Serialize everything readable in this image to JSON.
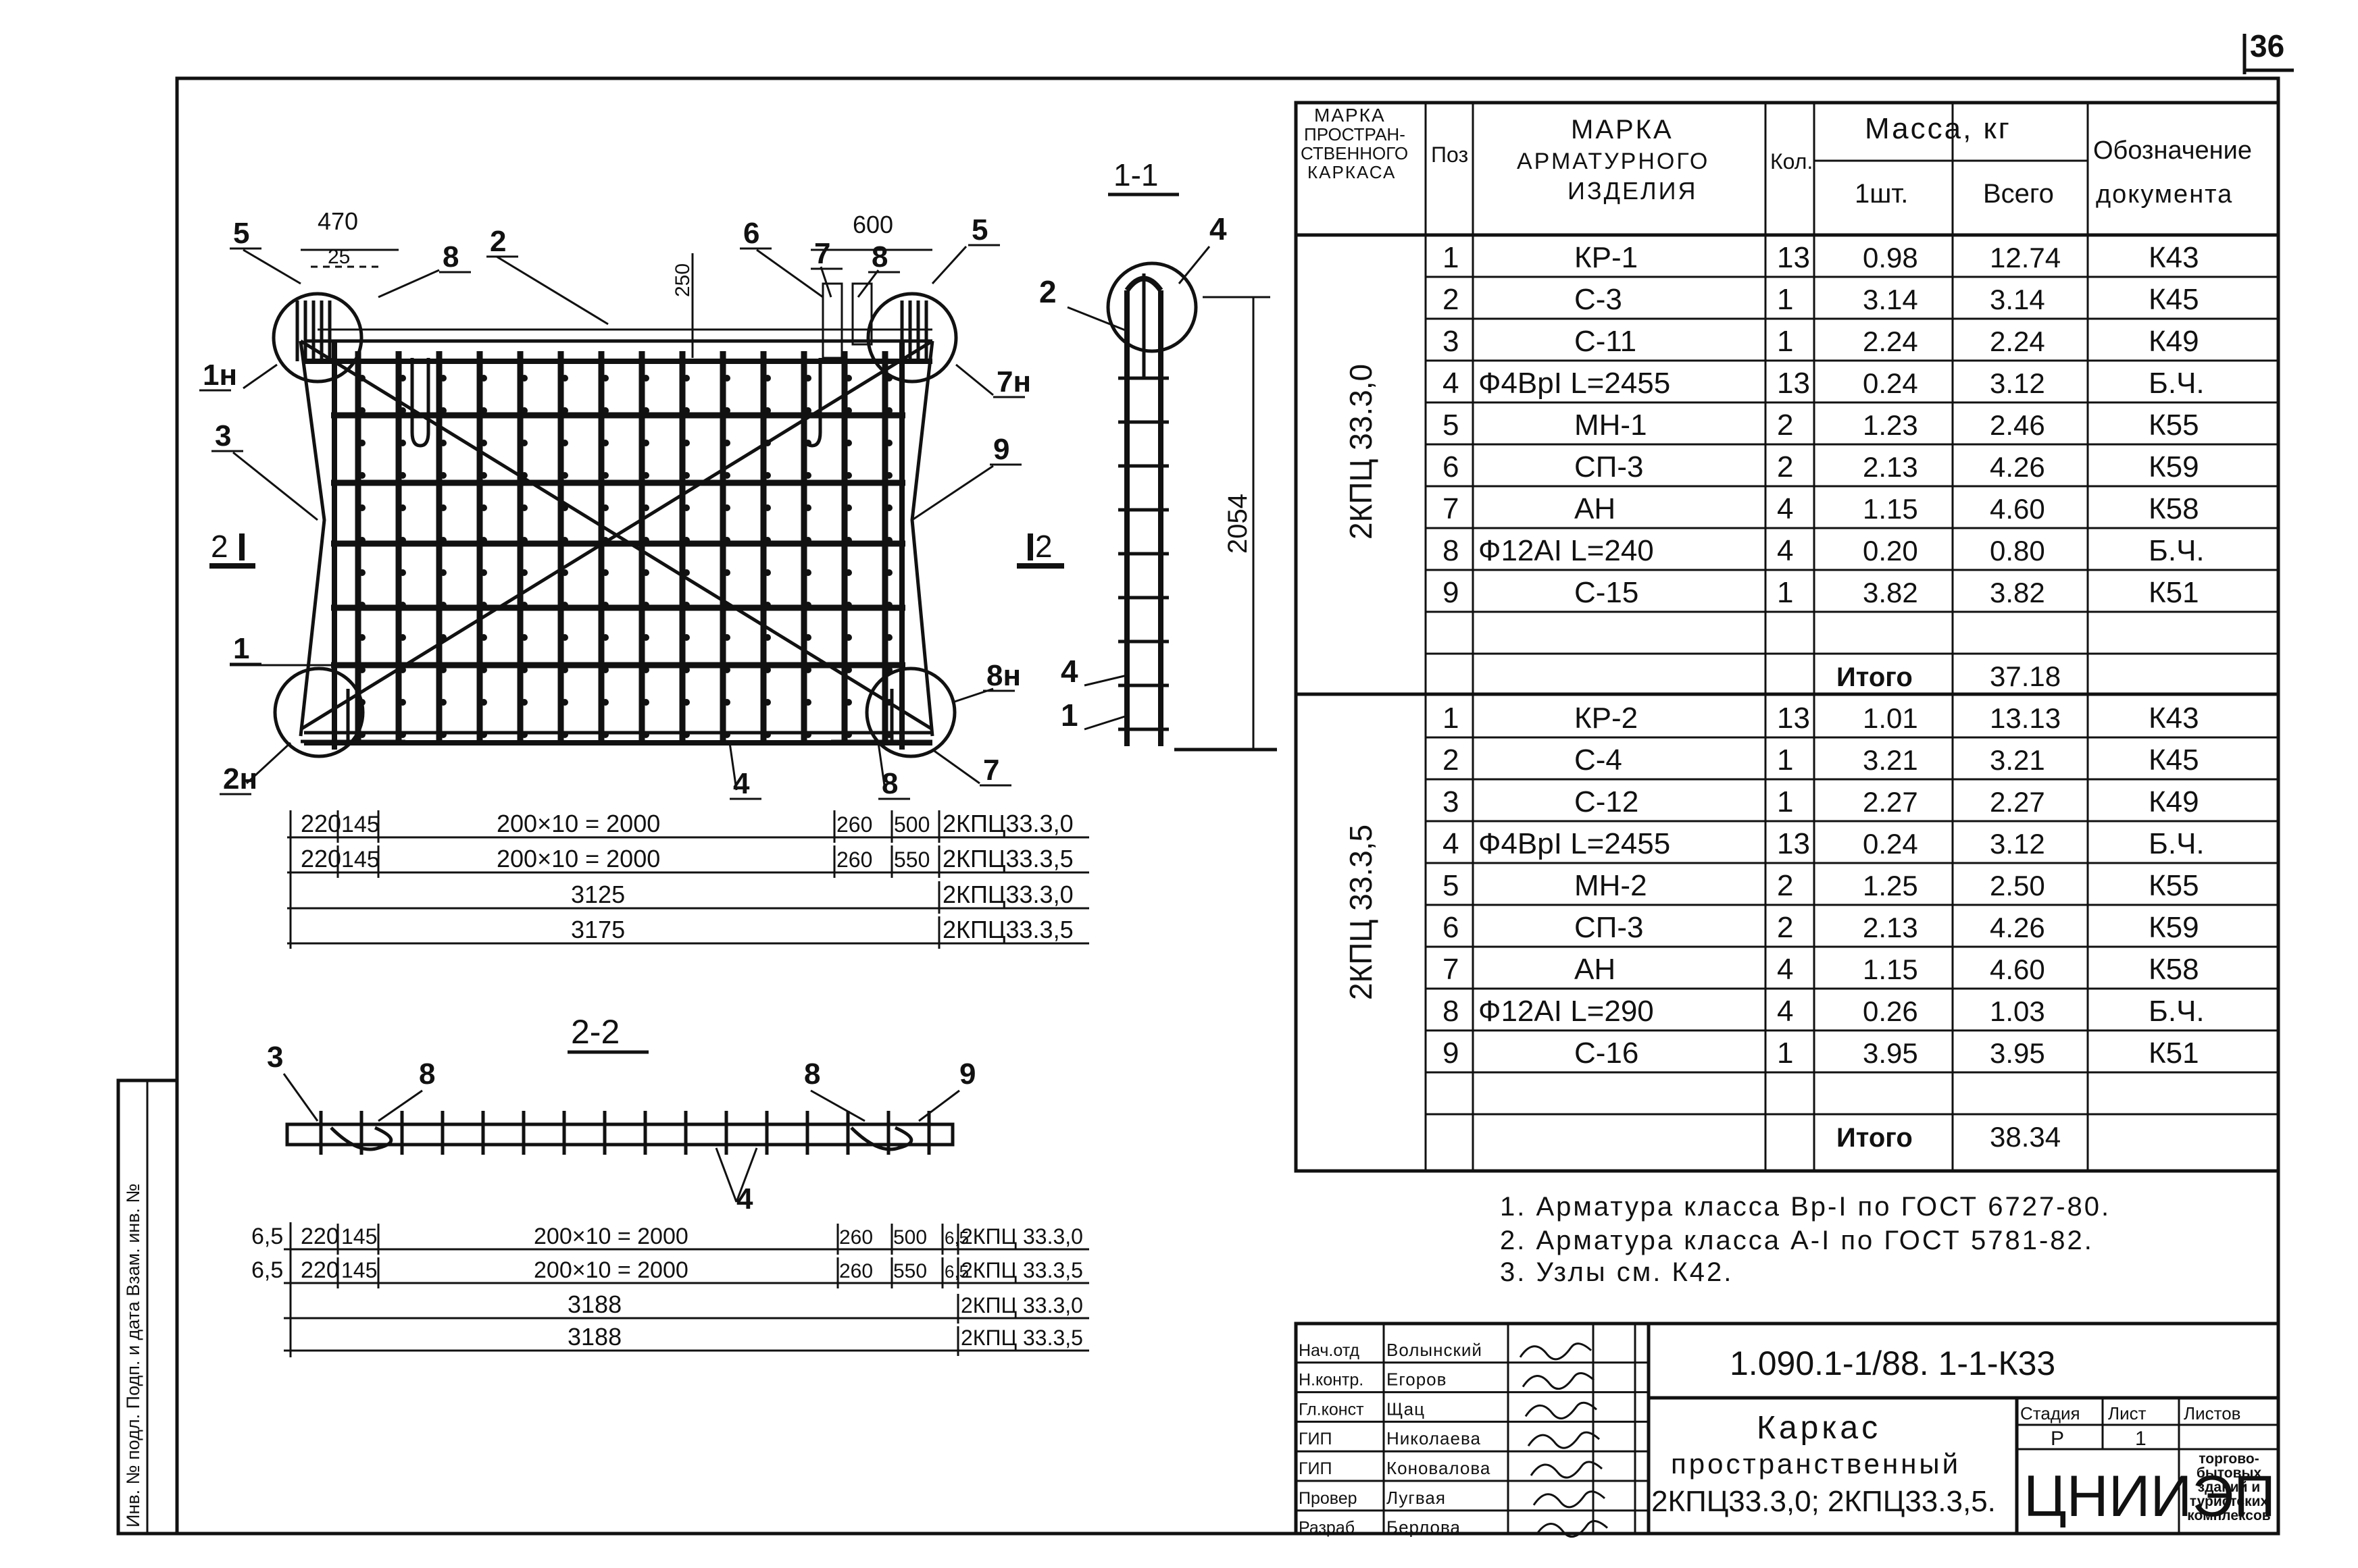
{
  "sheet_number": "36",
  "table": {
    "headers": {
      "frame_mark": "МАРКА ПРОСТРАН- СТВЕННОГО КАРКАСА",
      "pos": "Поз",
      "item_mark": "МАРКА АРМАТУРНОГО ИЗДЕЛИЯ",
      "qty": "Кол.",
      "mass": "Масса, кг",
      "mass_unit": "1шт.",
      "mass_total": "Всего",
      "doc": "Обозначение документа"
    },
    "groups": [
      {
        "mark": "2КПЦ 33.3,0",
        "rows": [
          {
            "pos": "1",
            "item": "КР-1",
            "qty": "13",
            "unit": "0.98",
            "total": "12.74",
            "doc": "К43"
          },
          {
            "pos": "2",
            "item": "С-3",
            "qty": "1",
            "unit": "3.14",
            "total": "3.14",
            "doc": "К45"
          },
          {
            "pos": "3",
            "item": "С-11",
            "qty": "1",
            "unit": "2.24",
            "total": "2.24",
            "doc": "К49"
          },
          {
            "pos": "4",
            "item": "Ф4ВрI L=2455",
            "qty": "13",
            "unit": "0.24",
            "total": "3.12",
            "doc": "Б.Ч."
          },
          {
            "pos": "5",
            "item": "МН-1",
            "qty": "2",
            "unit": "1.23",
            "total": "2.46",
            "doc": "К55"
          },
          {
            "pos": "6",
            "item": "СП-3",
            "qty": "2",
            "unit": "2.13",
            "total": "4.26",
            "doc": "К59"
          },
          {
            "pos": "7",
            "item": "АН",
            "qty": "4",
            "unit": "1.15",
            "total": "4.60",
            "doc": "К58"
          },
          {
            "pos": "8",
            "item": "Ф12АI L=240",
            "qty": "4",
            "unit": "0.20",
            "total": "0.80",
            "doc": "Б.Ч."
          },
          {
            "pos": "9",
            "item": "С-15",
            "qty": "1",
            "unit": "3.82",
            "total": "3.82",
            "doc": "К51"
          }
        ],
        "total_label": "Итого",
        "total": "37.18"
      },
      {
        "mark": "2КПЦ 33.3,5",
        "rows": [
          {
            "pos": "1",
            "item": "КР-2",
            "qty": "13",
            "unit": "1.01",
            "total": "13.13",
            "doc": "К43"
          },
          {
            "pos": "2",
            "item": "С-4",
            "qty": "1",
            "unit": "3.21",
            "total": "3.21",
            "doc": "К45"
          },
          {
            "pos": "3",
            "item": "С-12",
            "qty": "1",
            "unit": "2.27",
            "total": "2.27",
            "doc": "К49"
          },
          {
            "pos": "4",
            "item": "Ф4ВрI L=2455",
            "qty": "13",
            "unit": "0.24",
            "total": "3.12",
            "doc": "Б.Ч."
          },
          {
            "pos": "5",
            "item": "МН-2",
            "qty": "2",
            "unit": "1.25",
            "total": "2.50",
            "doc": "К55"
          },
          {
            "pos": "6",
            "item": "СП-3",
            "qty": "2",
            "unit": "2.13",
            "total": "4.26",
            "doc": "К59"
          },
          {
            "pos": "7",
            "item": "АН",
            "qty": "4",
            "unit": "1.15",
            "total": "4.60",
            "doc": "К58"
          },
          {
            "pos": "8",
            "item": "Ф12АI L=290",
            "qty": "4",
            "unit": "0.26",
            "total": "1.03",
            "doc": "Б.Ч."
          },
          {
            "pos": "9",
            "item": "С-16",
            "qty": "1",
            "unit": "3.95",
            "total": "3.95",
            "doc": "К51"
          }
        ],
        "total_label": "Итого",
        "total": "38.34"
      }
    ]
  },
  "notes": [
    "1. Арматура класса Вр-I по ГОСТ 6727-80.",
    "2. Арматура класса А-I по ГОСТ 5781-82.",
    "3. Узлы см. К42."
  ],
  "drawing": {
    "section_1": "1-1",
    "section_2": "2-2",
    "section_arrows": [
      "2",
      "2"
    ],
    "height_dim": "2054",
    "top_dims": [
      "470",
      "25",
      "250",
      "600"
    ],
    "callouts_main": [
      "5",
      "8",
      "2",
      "6",
      "7",
      "8",
      "5",
      "1н",
      "7н",
      "3",
      "9",
      "1",
      "8н",
      "2н",
      "4",
      "8",
      "7"
    ],
    "callouts_side": [
      "2",
      "4",
      "4",
      "1"
    ],
    "callouts_sec2": [
      "3",
      "8",
      "8",
      "9",
      "4"
    ],
    "dims_a": [
      {
        "a": "220",
        "b": "145",
        "mid": "200×10 = 2000",
        "c": "260",
        "d": "500",
        "mark": "2КПЦ33.3,0"
      },
      {
        "a": "220",
        "b": "145",
        "mid": "200×10 = 2000",
        "c": "260",
        "d": "550",
        "mark": "2КПЦ33.3,5"
      }
    ],
    "totals_a": [
      {
        "value": "3125",
        "mark": "2КПЦ33.3,0"
      },
      {
        "value": "3175",
        "mark": "2КПЦ33.3,5"
      }
    ],
    "dims_b": [
      {
        "lead": "6,5",
        "a": "220",
        "b": "145",
        "mid": "200×10 = 2000",
        "c": "260",
        "d": "500",
        "e": "6,5",
        "mark": "2КПЦ 33.3,0"
      },
      {
        "lead": "6,5",
        "a": "220",
        "b": "145",
        "mid": "200×10 = 2000",
        "c": "260",
        "d": "550",
        "e": "6,5",
        "mark": "2КПЦ 33.3,5"
      }
    ],
    "totals_b": [
      {
        "value": "3188",
        "mark": "2КПЦ 33.3,0"
      },
      {
        "value": "3188",
        "mark": "2КПЦ 33.3,5"
      }
    ]
  },
  "side_stamp": "Инв. № подл.   Подп. и дата   Взам. инв. №",
  "title_block": {
    "code": "1.090.1-1/88. 1-1-К33",
    "title_1": "Каркас",
    "title_2": "пространственный",
    "title_3": "2КПЦ33.3,0; 2КПЦ33.3,5.",
    "stage_label": "Стадия",
    "sheet_label": "Лист",
    "sheets_label": "Листов",
    "stage": "Р",
    "sheet": "1",
    "org": "ЦНИИЭП",
    "org_sub": "торгово-бытовых зданий и туристских комплексов",
    "people": [
      {
        "role": "Нач.отд",
        "name": "Волынский"
      },
      {
        "role": "Н.контр.",
        "name": "Егоров"
      },
      {
        "role": "Гл.конст",
        "name": "Щац"
      },
      {
        "role": "ГИП",
        "name": "Николаева"
      },
      {
        "role": "ГИП",
        "name": "Коновалова"
      },
      {
        "role": "Провер",
        "name": "Лугвая"
      },
      {
        "role": "Разраб",
        "name": "Берлова"
      }
    ]
  }
}
